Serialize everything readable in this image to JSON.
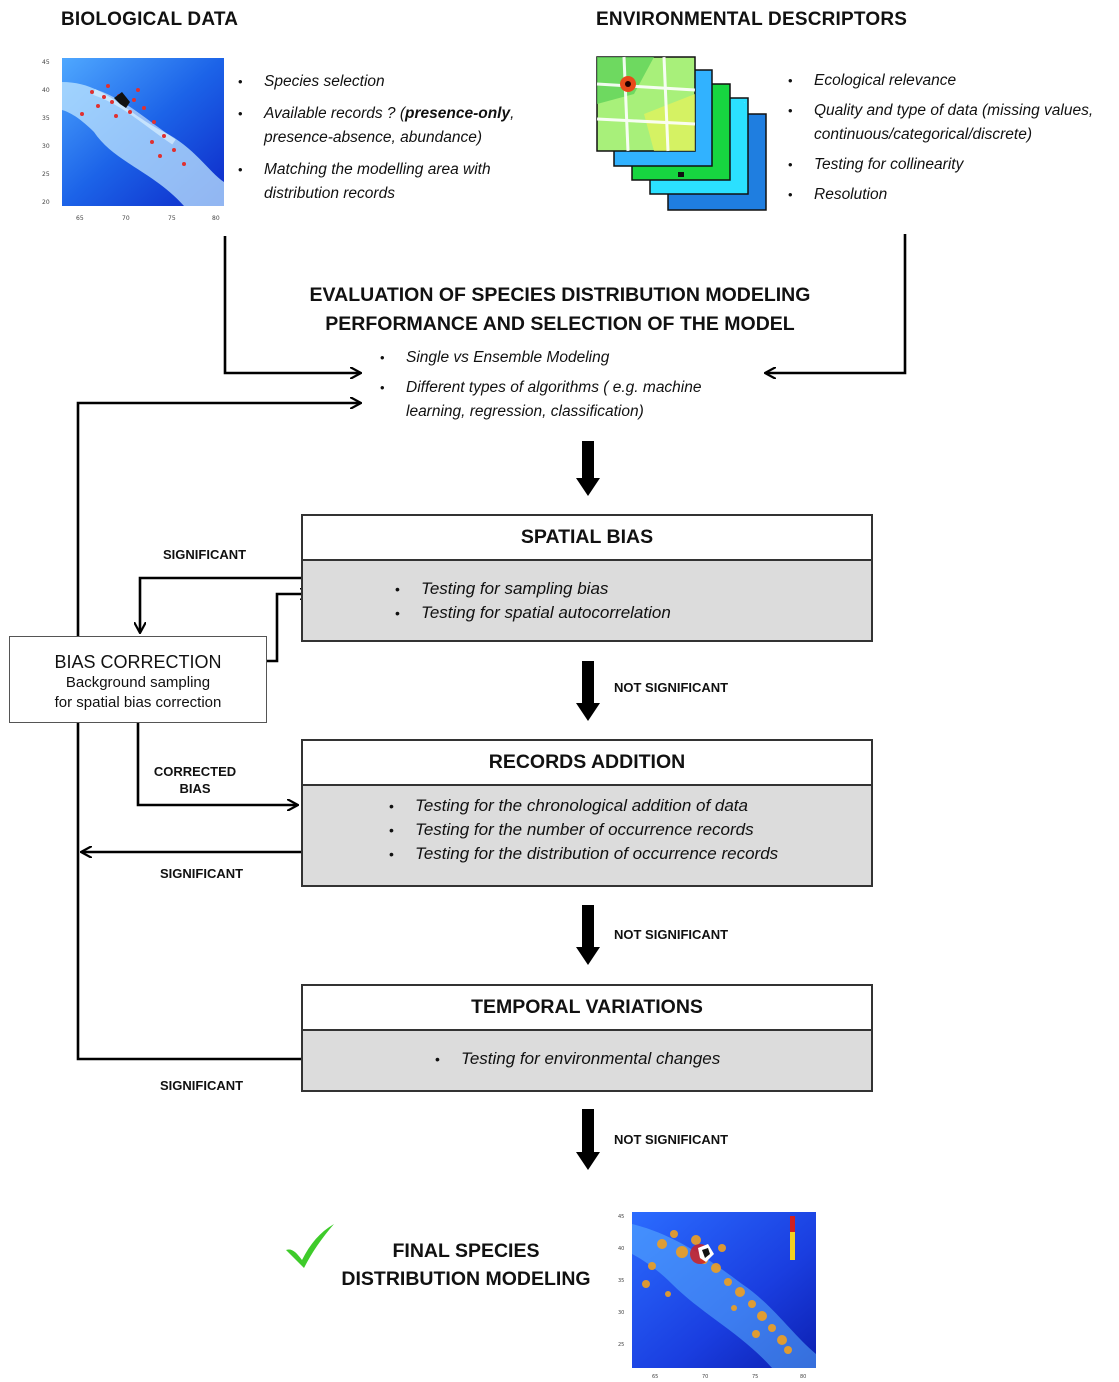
{
  "biological": {
    "title": "BIOLOGICAL DATA",
    "items": [
      {
        "text": "Species selection"
      },
      {
        "text": "Available records ? (",
        "bold": "presence-only",
        "after": ", presence-absence, abundance)"
      },
      {
        "text": "Matching the modelling area with distribution records"
      }
    ]
  },
  "environmental": {
    "title": "ENVIRONMENTAL DESCRIPTORS",
    "items": [
      "Ecological relevance",
      "Quality and type of data (missing values, continuous/categorical/discrete)",
      "Testing for collinearity",
      "Resolution"
    ]
  },
  "evaluation": {
    "title_line1": "EVALUATION OF SPECIES DISTRIBUTION MODELING",
    "title_line2": "PERFORMANCE AND SELECTION OF THE MODEL",
    "items": [
      "Single vs Ensemble Modeling",
      "Different types of algorithms ( e.g. machine learning, regression, classification)"
    ]
  },
  "spatial_bias": {
    "title": "SPATIAL BIAS",
    "items": [
      "Testing for sampling bias",
      "Testing for spatial autocorrelation"
    ]
  },
  "records_addition": {
    "title": "RECORDS ADDITION",
    "items": [
      "Testing for the chronological addition of data",
      "Testing for the number of occurrence records",
      "Testing for the distribution of occurrence records"
    ]
  },
  "temporal_variations": {
    "title": "TEMPORAL VARIATIONS",
    "items": [
      "Testing for environmental changes"
    ]
  },
  "bias_correction": {
    "title": "BIAS CORRECTION",
    "line1": "Background sampling",
    "line2": "for spatial bias correction"
  },
  "labels": {
    "significant_1": "SIGNIFICANT",
    "significant_2": "SIGNIFICANT",
    "significant_3": "SIGNIFICANT",
    "not_significant_1": "NOT SIGNIFICANT",
    "not_significant_2": "NOT SIGNIFICANT",
    "not_significant_3": "NOT SIGNIFICANT",
    "corrected_1": "CORRECTED",
    "corrected_2": "BIAS"
  },
  "final": {
    "line1": "FINAL SPECIES",
    "line2": "DISTRIBUTION MODELING"
  },
  "colors": {
    "box_fill": "#dcdcdc",
    "check": "#3ecb2a",
    "line": "#000000"
  },
  "icons": [
    "species-map-image",
    "environmental-layers-image",
    "final-map-image",
    "check-icon"
  ]
}
